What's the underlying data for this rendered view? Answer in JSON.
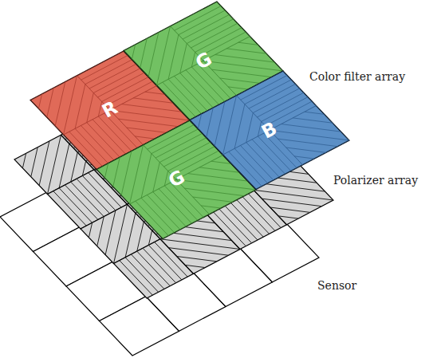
{
  "diagram": {
    "nodes": [
      {
        "text": [
          "R"
        ]
      },
      {
        "text": [
          "G"
        ]
      },
      {
        "text": [
          "G"
        ]
      },
      {
        "text": [
          "B"
        ]
      }
    ],
    "labels": [
      "Color filter array",
      "Polarizer array",
      "Sensor"
    ]
  }
}
